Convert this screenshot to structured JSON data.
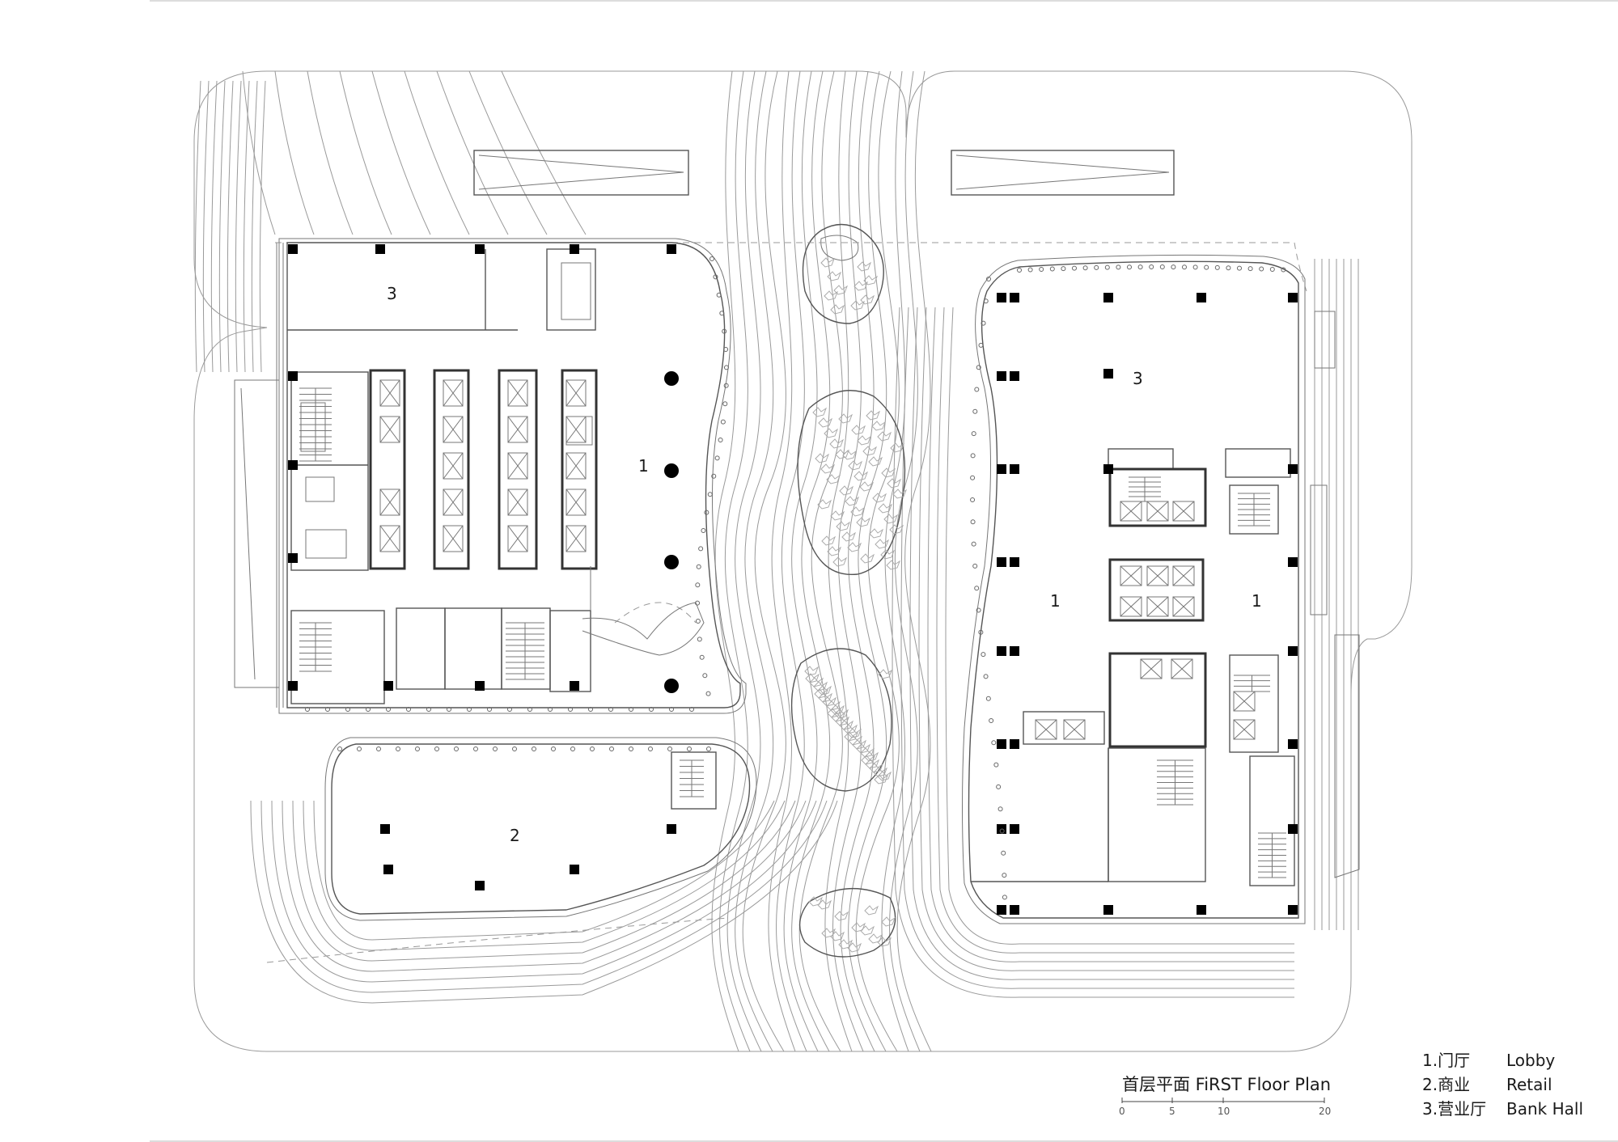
{
  "drawing": {
    "title": "首层平面 FiRST Floor Plan",
    "room_numbers": {
      "lobby": "1",
      "retail": "2",
      "bank_hall": "3"
    },
    "scale_bar": {
      "ticks": [
        "0",
        "5",
        "10",
        "20"
      ]
    },
    "legend": [
      {
        "num": "1.门厅",
        "label": "Lobby"
      },
      {
        "num": "2.商业",
        "label": "Retail"
      },
      {
        "num": "3.营业厅",
        "label": "Bank Hall"
      }
    ]
  }
}
